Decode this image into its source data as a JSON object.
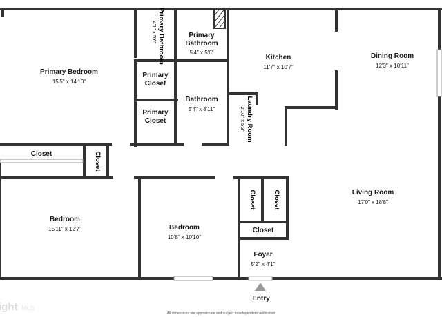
{
  "colors": {
    "wall": "#333333",
    "background": "#ffffff",
    "text": "#1a1a1a"
  },
  "rooms": {
    "primary_bedroom": {
      "name": "Primary Bedroom",
      "dims": "15'5\" x 14'10\""
    },
    "primary_bathroom_small": {
      "name": "Primary Bathroom",
      "dims": "4'1\" x 5'6\""
    },
    "primary_bathroom": {
      "name": "Primary Bathroom",
      "dims": "5'4\" x 5'6\""
    },
    "kitchen": {
      "name": "Kitchen",
      "dims": "11'7\" x 10'7\""
    },
    "dining_room": {
      "name": "Dining Room",
      "dims": "12'3\" x 10'11\""
    },
    "primary_closet_1": {
      "name": "Primary Closet"
    },
    "primary_closet_2": {
      "name": "Primary Closet"
    },
    "bathroom": {
      "name": "Bathroom",
      "dims": "5'4\" x 8'11\""
    },
    "laundry_room": {
      "name": "Laundry Room",
      "dims": "2'10\" x 5'3\""
    },
    "closet_hall": {
      "name": "Closet"
    },
    "closet_small": {
      "name": "Closet"
    },
    "living_room": {
      "name": "Living Room",
      "dims": "17'0\" x 18'8\""
    },
    "bedroom_1": {
      "name": "Bedroom",
      "dims": "15'11\" x 12'7\""
    },
    "bedroom_2": {
      "name": "Bedroom",
      "dims": "10'8\" x 10'10\""
    },
    "closet_a": {
      "name": "Closet"
    },
    "closet_b": {
      "name": "Closet"
    },
    "closet_c": {
      "name": "Closet"
    },
    "foyer": {
      "name": "Foyer",
      "dims": "5'2\" x 4'1\""
    }
  },
  "entry": "Entry",
  "disclaimer": "All dimensions are approximate and subject to independent verification",
  "watermark": {
    "text1": "ight",
    "text2": "MLS"
  }
}
